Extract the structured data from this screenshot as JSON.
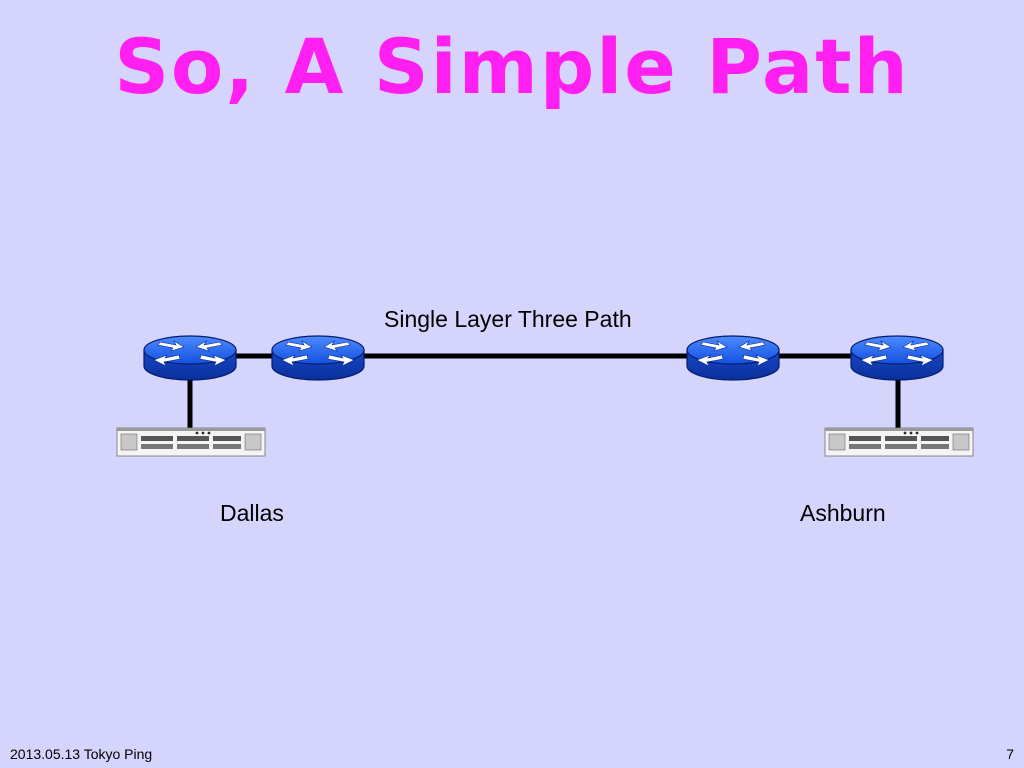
{
  "slide": {
    "title": "So, A Simple Path",
    "title_color": "#ff1ff0",
    "background": "#d4d4fc"
  },
  "diagram": {
    "path_label": "Single Layer Three Path",
    "left_site": "Dallas",
    "right_site": "Ashburn",
    "router_color": "#1a5cf0",
    "routers": [
      "router-icon",
      "router-icon",
      "router-icon",
      "router-icon"
    ],
    "servers": [
      "server-icon",
      "server-icon"
    ]
  },
  "footer": {
    "date_text": "2013.05.13 Tokyo Ping",
    "page_number": "7"
  }
}
